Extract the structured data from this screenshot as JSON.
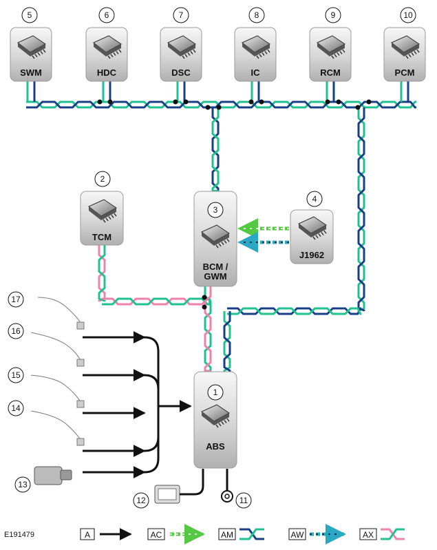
{
  "figure_ref": "E191479",
  "colors": {
    "cyan": "#1fc18e",
    "navy": "#163f86",
    "pink": "#ee82a9",
    "green": "#55c843",
    "teal_arrow": "#2aa7c3",
    "black": "#111111"
  },
  "modules": [
    {
      "num": "5",
      "label": "SWM"
    },
    {
      "num": "6",
      "label": "HDC"
    },
    {
      "num": "7",
      "label": "DSC"
    },
    {
      "num": "8",
      "label": "IC"
    },
    {
      "num": "9",
      "label": "RCM"
    },
    {
      "num": "10",
      "label": "PCM"
    },
    {
      "num": "2",
      "label": "TCM"
    },
    {
      "num": "3",
      "label": "BCM /\nGWM"
    },
    {
      "num": "4",
      "label": "J1962"
    },
    {
      "num": "1",
      "label": "ABS"
    }
  ],
  "sensor_numbers": [
    "17",
    "16",
    "15",
    "14",
    "13"
  ],
  "bottom_numbers": [
    "12",
    "11"
  ],
  "legend": [
    {
      "key": "A",
      "meaning_icon": "black-arrow"
    },
    {
      "key": "AC",
      "meaning_icon": "green-dashed-arrow"
    },
    {
      "key": "AM",
      "meaning_icon": "cyan-navy-twisted-pair"
    },
    {
      "key": "AW",
      "meaning_icon": "teal-dashed-arrow"
    },
    {
      "key": "AX",
      "meaning_icon": "pink-cyan-twisted-pair"
    }
  ]
}
